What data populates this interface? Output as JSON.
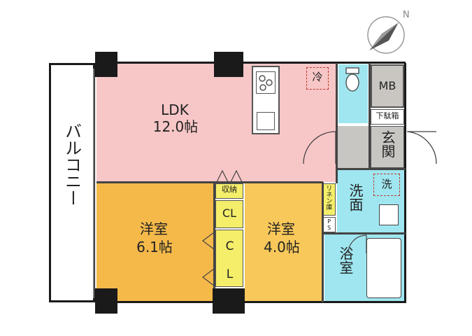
{
  "compass": {
    "label": "N",
    "icon": "compass-icon"
  },
  "rooms": {
    "balcony": {
      "label": "バルコニー"
    },
    "ldk": {
      "label": "LDK",
      "size": "12.0帖"
    },
    "western_a": {
      "label": "洋室",
      "size": "6.1帖"
    },
    "western_b": {
      "label": "洋室",
      "size": "4.0帖"
    },
    "storage": {
      "label": "収納"
    },
    "closet_a": {
      "label": "CL"
    },
    "closet_b": {
      "label": "C L"
    },
    "refrigerator": {
      "label": "冷"
    },
    "mb": {
      "label": "MB"
    },
    "shoe_box": {
      "label": "下駄箱"
    },
    "entrance": {
      "label": "玄関"
    },
    "washroom": {
      "label": "洗面"
    },
    "washer": {
      "label": "洗"
    },
    "linen": {
      "label": "リネン庫"
    },
    "ps": {
      "label": "PS"
    },
    "bathroom": {
      "label": "浴室"
    }
  },
  "colors": {
    "ldk": "#f7c6c7",
    "western": "#f5b94a",
    "western_light": "#f9c85a",
    "closet": "#f4ee6a",
    "wet": "#9fe6f0",
    "entrance": "#c8c6c2",
    "mb": "#c9c6c1"
  }
}
